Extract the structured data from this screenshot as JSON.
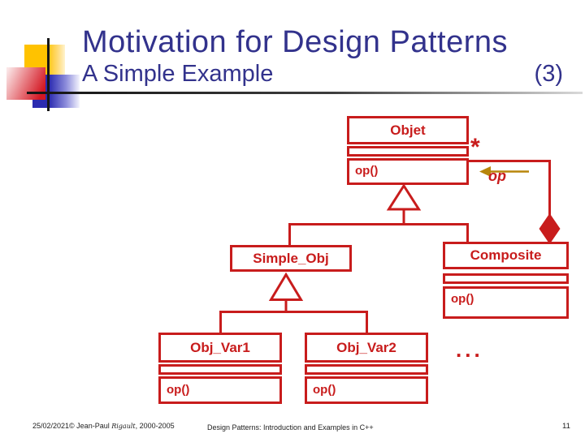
{
  "header": {
    "title": "Motivation for Design Patterns",
    "subtitle": "A Simple Example",
    "slide_index": "(3)"
  },
  "diagram": {
    "classes": {
      "objet": {
        "name": "Objet",
        "attributes": "",
        "operation": "op()"
      },
      "simple_obj": {
        "name": "Simple_Obj"
      },
      "composite": {
        "name": "Composite",
        "attributes": "",
        "operation": "op()"
      },
      "obj_var1": {
        "name": "Obj_Var1",
        "attributes": "",
        "operation": "op()"
      },
      "obj_var2": {
        "name": "Obj_Var2",
        "attributes": "",
        "operation": "op()"
      }
    },
    "association": {
      "multiplicity": "*",
      "role_label": "op"
    },
    "ellipsis": "..."
  },
  "footer": {
    "date": "25/02/2021",
    "copyright": "© Jean-Paul ",
    "author_script": "Rigault",
    "years": ", 2000-2005",
    "center": "Design Patterns: Introduction and Examples in C++",
    "page_number": "11"
  },
  "colors": {
    "title_blue": "#32328C",
    "diagram_red": "#C81C1C",
    "arrow_gold": "#B8860B"
  }
}
